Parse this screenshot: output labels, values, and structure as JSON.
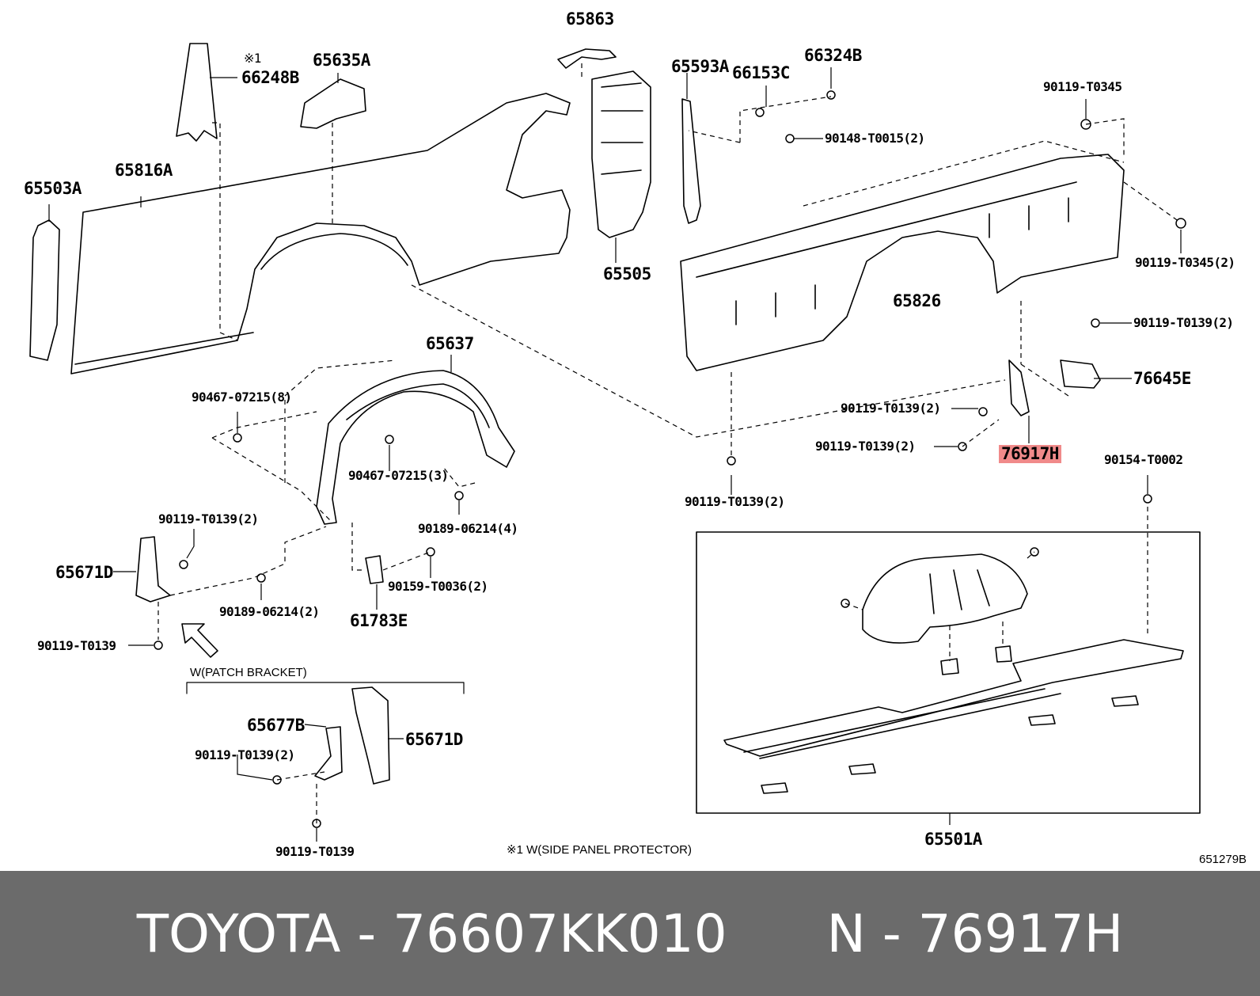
{
  "labels": {
    "p65863": "65863",
    "p66324B": "66324B",
    "p65635A": "65635A",
    "p65593A": "65593A",
    "p66153C": "66153C",
    "note_mark": "※1",
    "p66248B": "66248B",
    "p90119_T0345": "90119-T0345",
    "p90148_T0015": "90148-T0015(2)",
    "p65816A": "65816A",
    "p65503A": "65503A",
    "p90119_T0345_2": "90119-T0345(2)",
    "p65505": "65505",
    "p65826": "65826",
    "p90119_T0139_2a": "90119-T0139(2)",
    "p65637": "65637",
    "p76645E": "76645E",
    "p90467_07215_8": "90467-07215(8)",
    "p90119_T0139_2b": "90119-T0139(2)",
    "p90119_T0139_2c": "90119-T0139(2)",
    "p76917H": "76917H",
    "p90154_T0002": "90154-T0002",
    "p90467_07215_3": "90467-07215(3)",
    "p90119_T0139_2d": "90119-T0139(2)",
    "p90119_T0139_2e": "90119-T0139(2)",
    "p90189_06214_4": "90189-06214(4)",
    "p65671D": "65671D",
    "p90159_T0036": "90159-T0036(2)",
    "p90189_06214_2": "90189-06214(2)",
    "p61783E": "61783E",
    "p90119_T0139_a": "90119-T0139",
    "patch_bracket": "W(PATCH BRACKET)",
    "p65677B": "65677B",
    "p65671D_b": "65671D",
    "p90119_T0139_2f": "90119-T0139(2)",
    "p90119_T0139_b": "90119-T0139",
    "p65501A": "65501A",
    "side_panel_note": "※1 W(SIDE PANEL PROTECTOR)",
    "diagram_code": "651279B"
  },
  "footer": {
    "text": "TOYOTA - 76607KK010      N - 76917H"
  },
  "colors": {
    "highlight": "#f08a8a",
    "footer_bg": "#6b6b6b",
    "footer_fg": "#ffffff",
    "line": "#000000"
  }
}
